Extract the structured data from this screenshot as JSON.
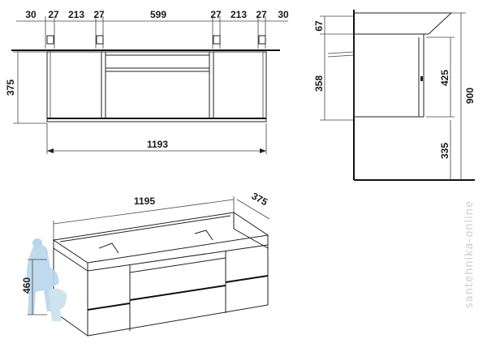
{
  "front_view": {
    "top_dims": [
      "30",
      "27",
      "213",
      "27",
      "599",
      "27",
      "213",
      "27",
      "30"
    ],
    "height": "375",
    "width": "1193"
  },
  "side_view": {
    "top_gap": "67",
    "cabinet_height": "358",
    "front_height": "425",
    "total_height": "900",
    "floor_gap": "335"
  },
  "iso_view": {
    "width": "1195",
    "depth": "375"
  },
  "figure": {
    "height_label": "460"
  },
  "watermark": "santehnika-online",
  "colors": {
    "line": "#222222",
    "figure": "#b7d6ea",
    "wall": "#222222"
  }
}
